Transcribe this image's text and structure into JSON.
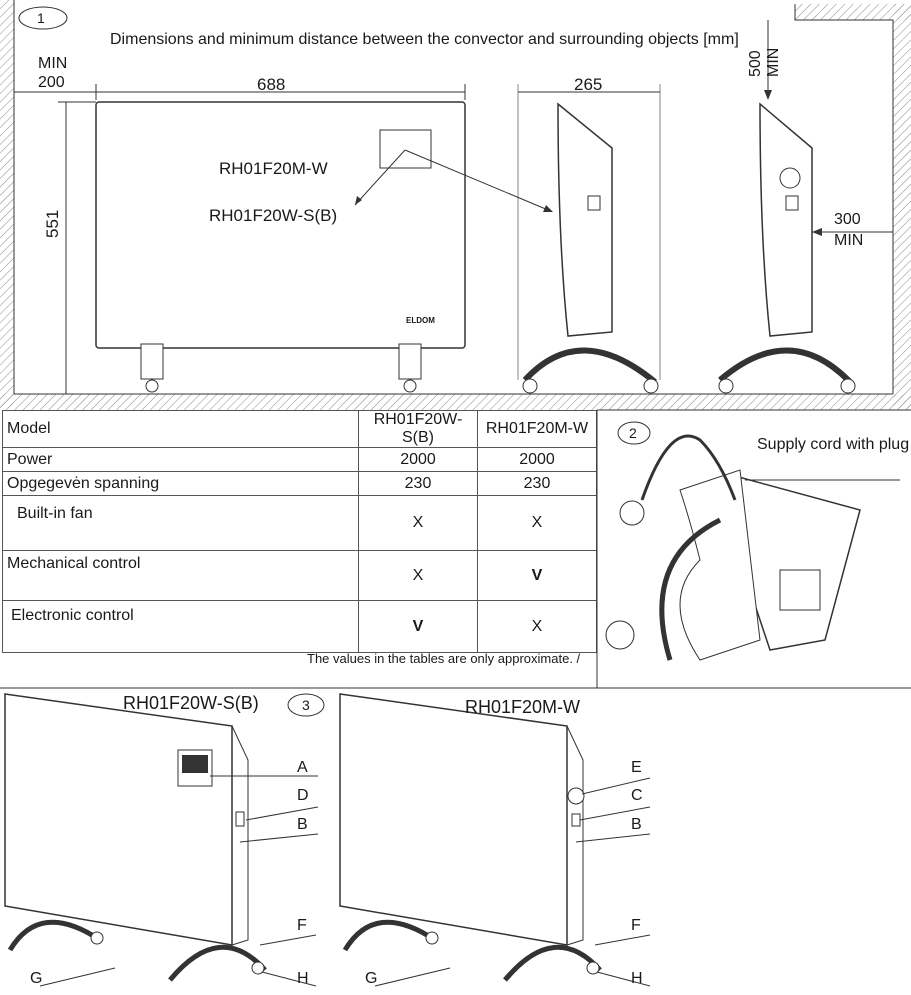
{
  "section1": {
    "badge": "1",
    "title": "Dimensions and minimum distance between the convector and surrounding objects [mm]",
    "min_side_label": "MIN",
    "min_side_value": "200",
    "width": "688",
    "height": "551",
    "depth": "265",
    "min_top_value": "500",
    "min_top_label": "MIN",
    "min_front_value": "300",
    "min_front_label": "MIN",
    "model_label_1": "RH01F20M-W",
    "model_label_2": "RH01F20W-S(B)",
    "brand_logo": "ELDOM"
  },
  "table": {
    "headers": [
      "Model",
      "RH01F20W-S(B)",
      "RH01F20M-W"
    ],
    "rows": [
      {
        "label": "Power",
        "v1": "2000",
        "v2": "2000"
      },
      {
        "label": "Opgegevėn spanning",
        "v1": "230",
        "v2": "230"
      },
      {
        "label": " Built-in fan",
        "v1": "X",
        "v2": "X"
      },
      {
        "label": "Mechanical control",
        "v1": "X",
        "v2": "V"
      },
      {
        "label": " Electronic control",
        "v1": "V",
        "v2": "X"
      }
    ],
    "note": "The values in the tables are only approximate. /"
  },
  "section2": {
    "badge": "2",
    "caption": "Supply cord with plug"
  },
  "section3": {
    "badge": "3",
    "left_title": "RH01F20W-S(B)",
    "right_title": "RH01F20M-W",
    "left_labels": [
      "A",
      "D",
      "B",
      "F",
      "G",
      "H"
    ],
    "right_labels": [
      "E",
      "C",
      "B",
      "F",
      "G",
      "H"
    ]
  }
}
